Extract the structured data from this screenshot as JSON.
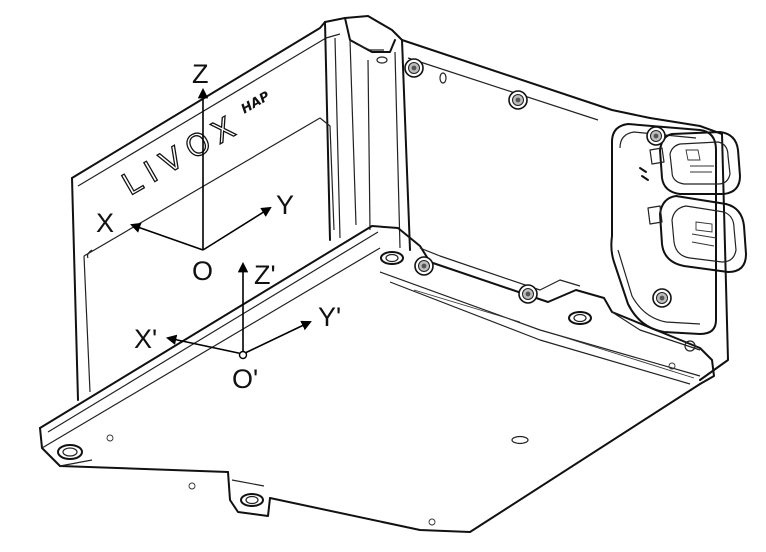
{
  "device": {
    "brand": "LIVOX",
    "model": "HAP"
  },
  "axes": {
    "body_frame": {
      "x_label": "X",
      "y_label": "Y",
      "z_label": "Z",
      "origin_label": "O"
    },
    "mount_frame": {
      "x_label": "X'",
      "y_label": "Y'",
      "z_label": "Z'",
      "origin_label": "O'"
    }
  }
}
